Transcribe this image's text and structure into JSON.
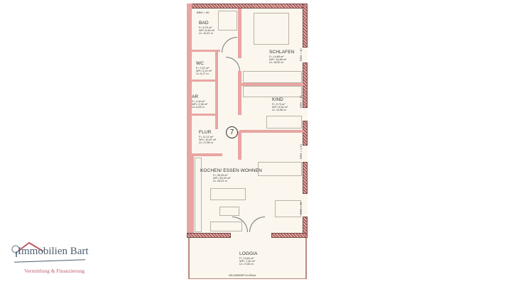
{
  "unit_number": "7",
  "rooms": {
    "bad": {
      "name": "BAD",
      "f": "F= 6,70 m²",
      "wf": "WF= 6,45 m²",
      "u": "U= 10,42 m",
      "brh": "BRH = 90"
    },
    "schlafen": {
      "name": "SCHLAFEN",
      "f": "F= 14,89 m²",
      "wf": "WF= 14,86 m²",
      "u": "U= 15,50 m"
    },
    "wc": {
      "name": "WC",
      "f": "F= 2,37 m²",
      "wf": "WF= 2,21 m²",
      "u": "U= 6,17 m"
    },
    "ar": {
      "name": "AR",
      "f": "F= 2,42 m²",
      "wf": "WF= 2,36 m²",
      "u": "U= 6,25 m"
    },
    "kind": {
      "name": "KIND",
      "f": "F= 9,73 m²",
      "wf": "WF= 9,54 m²",
      "u": "U= 12,56 m"
    },
    "flur": {
      "name": "FLUR",
      "f": "F= 11,12 m²",
      "wf": "WF= 10,87 m²",
      "u": "U= 17,98 m"
    },
    "kochen": {
      "name": "KOCHEN/ ESSEN WOHNEN",
      "f": "F= 35,29 m²",
      "wf": "WF= 34,93 m²",
      "u": "U= 25,21 m"
    },
    "loggia": {
      "name": "LOGGIA",
      "f": "F= 14,61 m²",
      "wf": "WF= 7,40 m²",
      "u": "U= 17,83 m"
    }
  },
  "window_labels": [
    "BRH = 40",
    "BRH = 40",
    "BRH = 1,10",
    "BRH = 40"
  ],
  "railing": "GELÄNDER H=90cm",
  "logo": {
    "name": "Immobilien Bart",
    "tagline": "Vermittlung & Finanzierung",
    "colors": {
      "text": "#4b5f6f",
      "roof": "#c0596a"
    }
  },
  "colors": {
    "wall": "#e9a5a2",
    "floor": "#fbf7ee"
  }
}
